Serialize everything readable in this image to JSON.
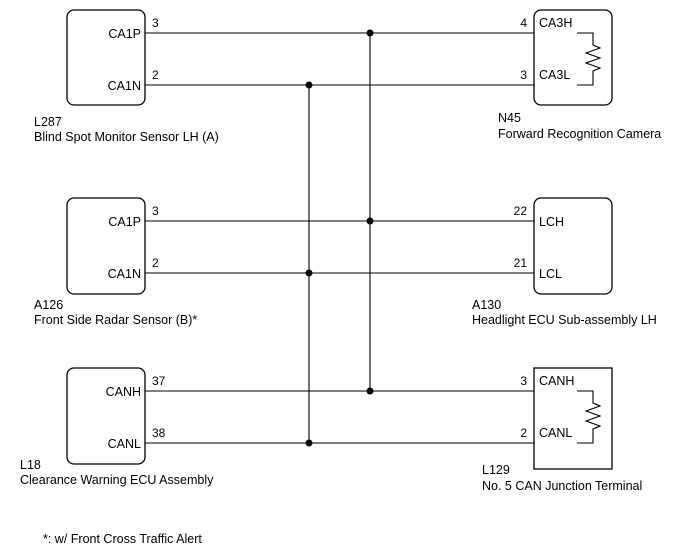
{
  "components": {
    "l287": {
      "code": "L287",
      "name": "Blind Spot Monitor Sensor LH (A)",
      "pins": [
        {
          "label": "CA1P",
          "number": "3"
        },
        {
          "label": "CA1N",
          "number": "2"
        }
      ]
    },
    "a126": {
      "code": "A126",
      "name": "Front Side Radar Sensor (B)*",
      "pins": [
        {
          "label": "CA1P",
          "number": "3"
        },
        {
          "label": "CA1N",
          "number": "2"
        }
      ]
    },
    "l18": {
      "code": "L18",
      "name": "Clearance Warning ECU Assembly",
      "pins": [
        {
          "label": "CANH",
          "number": "37"
        },
        {
          "label": "CANL",
          "number": "38"
        }
      ]
    },
    "n45": {
      "code": "N45",
      "name": "Forward Recognition Camera",
      "pins": [
        {
          "label": "CA3H",
          "number": "4"
        },
        {
          "label": "CA3L",
          "number": "3"
        }
      ]
    },
    "a130": {
      "code": "A130",
      "name": "Headlight ECU Sub-assembly LH",
      "pins": [
        {
          "label": "LCH",
          "number": "22"
        },
        {
          "label": "LCL",
          "number": "21"
        }
      ]
    },
    "l129": {
      "code": "L129",
      "name": "No. 5 CAN Junction Terminal",
      "pins": [
        {
          "label": "CANH",
          "number": "3"
        },
        {
          "label": "CANL",
          "number": "2"
        }
      ]
    }
  },
  "footnote": "*: w/ Front Cross Traffic Alert"
}
